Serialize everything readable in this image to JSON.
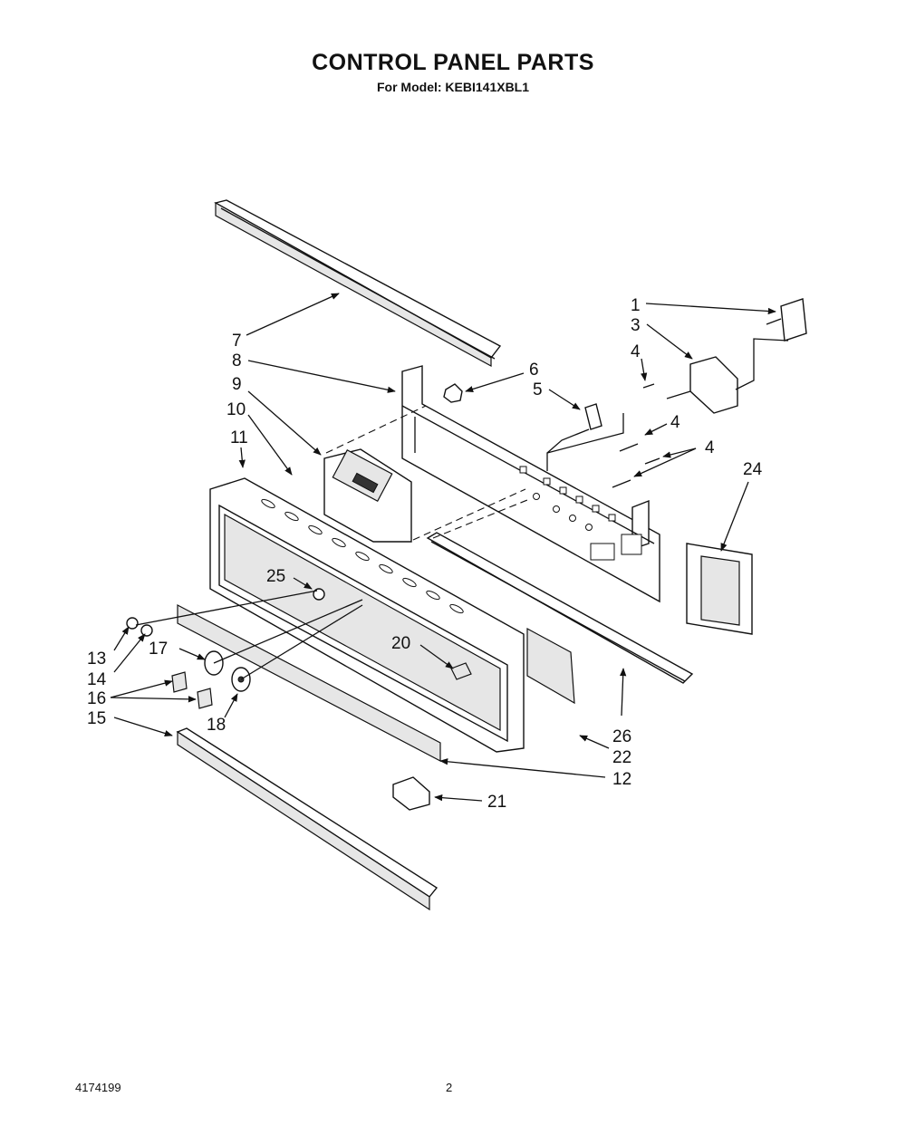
{
  "header": {
    "title": "CONTROL PANEL PARTS",
    "subtitle": "For Model: KEBI141XBL1"
  },
  "footer": {
    "document_number": "4174199",
    "page_number": "2"
  },
  "callouts": {
    "c1": "1",
    "c3": "3",
    "c4a": "4",
    "c4b": "4",
    "c4c": "4",
    "c5": "5",
    "c6": "6",
    "c7": "7",
    "c8": "8",
    "c9": "9",
    "c10": "10",
    "c11": "11",
    "c12": "12",
    "c13": "13",
    "c14": "14",
    "c15": "15",
    "c16": "16",
    "c17": "17",
    "c18": "18",
    "c20": "20",
    "c21": "21",
    "c22": "22",
    "c24": "24",
    "c25": "25",
    "c26": "26"
  }
}
